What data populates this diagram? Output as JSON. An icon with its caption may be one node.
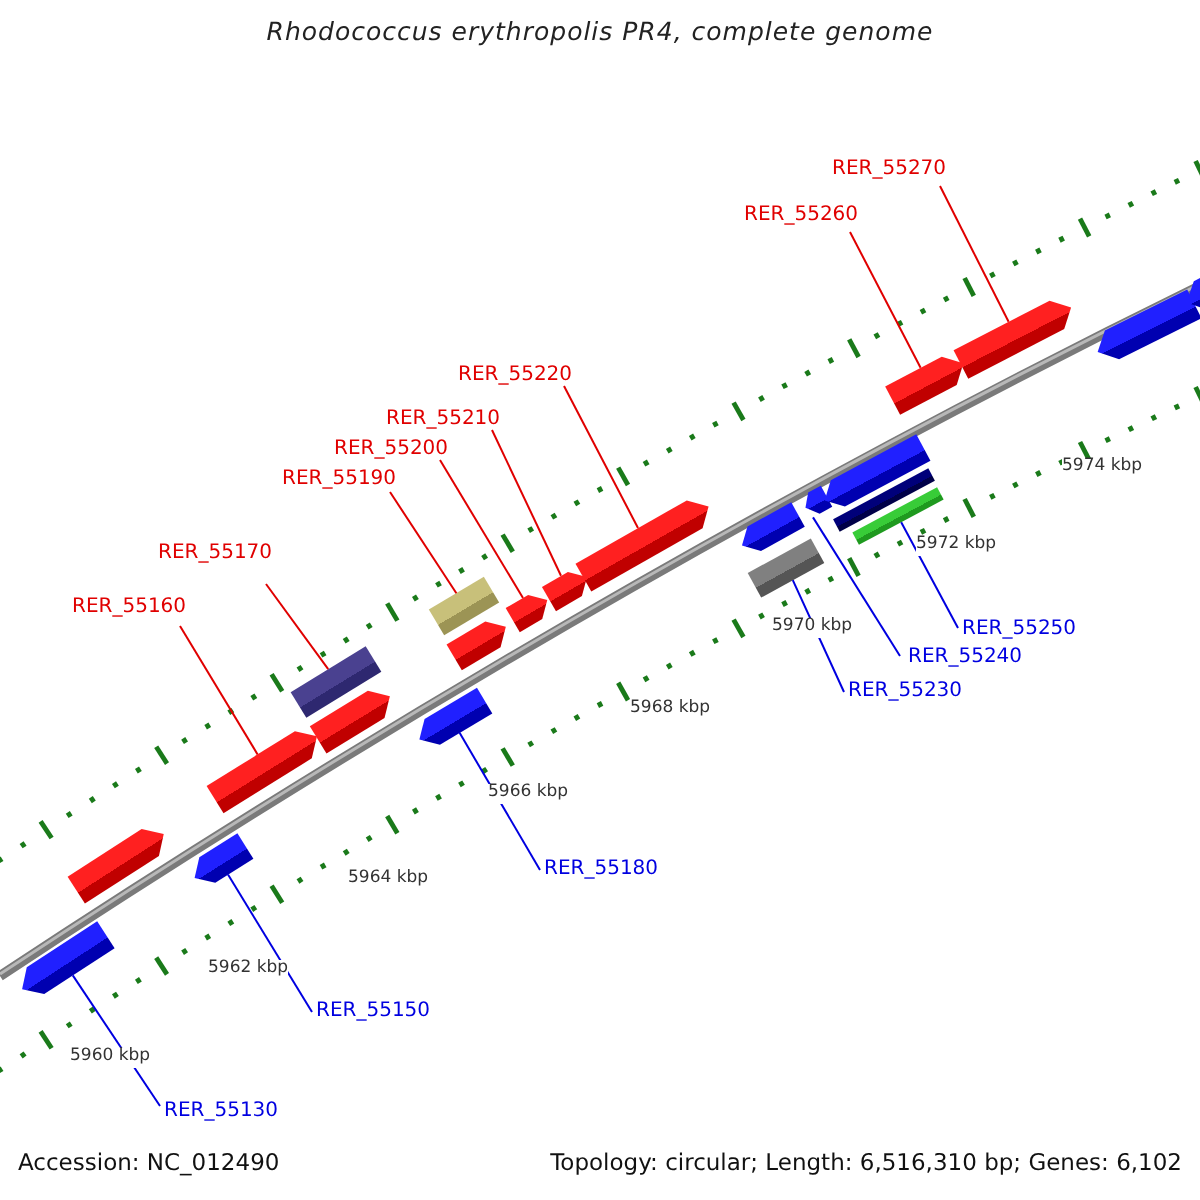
{
  "diagram": {
    "title": "Rhodococcus erythropolis PR4, complete genome",
    "nodes": [
      {
        "text": [
          "RER_55270"
        ]
      },
      {
        "text": [
          "RER_55260"
        ]
      },
      {
        "text": [
          "RER_55220"
        ]
      },
      {
        "text": [
          "RER_55210"
        ]
      },
      {
        "text": [
          "RER_55200"
        ]
      },
      {
        "text": [
          "RER_55190"
        ]
      },
      {
        "text": [
          "RER_55170"
        ]
      },
      {
        "text": [
          "RER_55160"
        ]
      },
      {
        "text": [
          "RER_55250"
        ]
      },
      {
        "text": [
          "RER_55240"
        ]
      },
      {
        "text": [
          "RER_55230"
        ]
      },
      {
        "text": [
          "RER_55180"
        ]
      },
      {
        "text": [
          "RER_55150"
        ]
      },
      {
        "text": [
          "RER_55130"
        ]
      },
      {
        "text": [],
        "shape": "pentagon"
      },
      {
        "text": [],
        "shape": "pentagon"
      },
      {
        "text": [],
        "shape": "pentagon"
      },
      {
        "text": [],
        "shape": "pentagon"
      },
      {
        "text": [],
        "shape": "box"
      },
      {
        "text": [],
        "shape": "pentagon"
      },
      {
        "text": [],
        "shape": "pentagon"
      },
      {
        "text": [],
        "shape": "box"
      },
      {
        "text": [],
        "shape": "pentagon"
      },
      {
        "text": [],
        "shape": "pentagon"
      },
      {
        "text": [],
        "shape": "pentagon"
      },
      {
        "text": [],
        "shape": "pentagon"
      },
      {
        "text": [],
        "shape": "pentagon"
      },
      {
        "text": [],
        "shape": "box"
      },
      {
        "text": [],
        "shape": "pentagon"
      },
      {
        "text": [],
        "shape": "pentagon"
      },
      {
        "text": [],
        "shape": "box"
      },
      {
        "text": [],
        "shape": "box"
      },
      {
        "text": [],
        "shape": "pentagon"
      },
      {
        "text": [],
        "shape": "pentagon"
      },
      {
        "text": [],
        "shape": "pentagon"
      },
      {
        "text": [],
        "shape": "pentagon"
      }
    ],
    "edges": [
      {
        "from": 0,
        "to": 33,
        "arrow": "none"
      },
      {
        "from": 1,
        "to": 32,
        "arrow": "none"
      },
      {
        "from": 2,
        "to": 25,
        "arrow": "none"
      },
      {
        "from": 3,
        "to": 24,
        "arrow": "none"
      },
      {
        "from": 4,
        "to": 23,
        "arrow": "none"
      },
      {
        "from": 5,
        "to": 21,
        "arrow": "none"
      },
      {
        "from": 6,
        "to": 18,
        "arrow": "none"
      },
      {
        "from": 7,
        "to": 17,
        "arrow": "none"
      },
      {
        "from": 8,
        "to": 31,
        "arrow": "none",
        "color": "#0000e0"
      },
      {
        "from": 9,
        "to": 28,
        "arrow": "none",
        "color": "#0000e0"
      },
      {
        "from": 10,
        "to": 27,
        "arrow": "none",
        "color": "#0000e0"
      },
      {
        "from": 11,
        "to": 20,
        "arrow": "none",
        "color": "#0000e0"
      },
      {
        "from": 12,
        "to": 16,
        "arrow": "none",
        "color": "#0000e0"
      },
      {
        "from": 13,
        "to": 14,
        "arrow": "none",
        "color": "#0000e0"
      }
    ],
    "labels": [
      "5960 kbp",
      "5962 kbp",
      "5964 kbp",
      "5966 kbp",
      "5968 kbp",
      "5970 kbp",
      "5972 kbp",
      "5974 kbp",
      "Accession: NC_012490",
      "Topology: circular; Length: 6,516,310 bp; Genes: 6,102"
    ]
  }
}
